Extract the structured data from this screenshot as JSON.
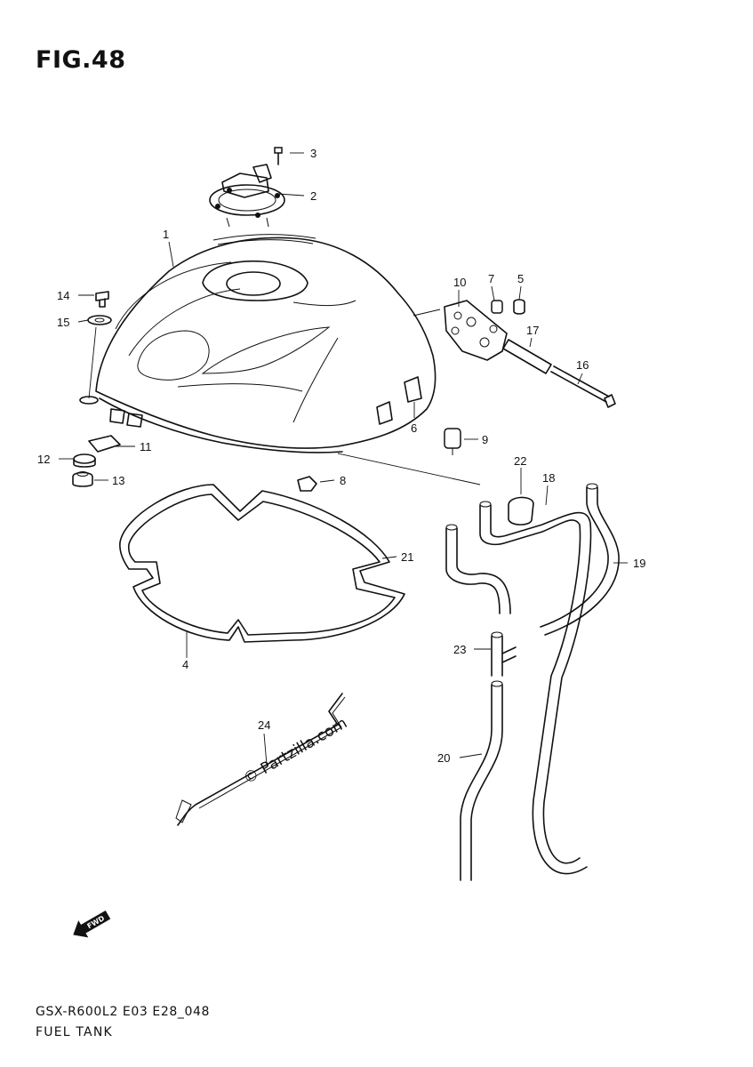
{
  "figure_title": "FIG.48",
  "footer": {
    "model_code": "GSX-R600L2 E03 E28_048",
    "part_name": "FUEL TANK"
  },
  "watermark": "© Partzilla.com",
  "fwd_label": "FWD",
  "icons": {
    "direction": "fwd-arrow-icon"
  },
  "callouts": {
    "c1": "1",
    "c2": "2",
    "c3": "3",
    "c4": "4",
    "c5": "5",
    "c6": "6",
    "c7": "7",
    "c8": "8",
    "c9": "9",
    "c10": "10",
    "c11": "11",
    "c12": "12",
    "c13": "13",
    "c14": "14",
    "c15": "15",
    "c16": "16",
    "c17": "17",
    "c18": "18",
    "c19": "19",
    "c20": "20",
    "c21": "21",
    "c22": "22",
    "c23": "23",
    "c24": "24"
  }
}
